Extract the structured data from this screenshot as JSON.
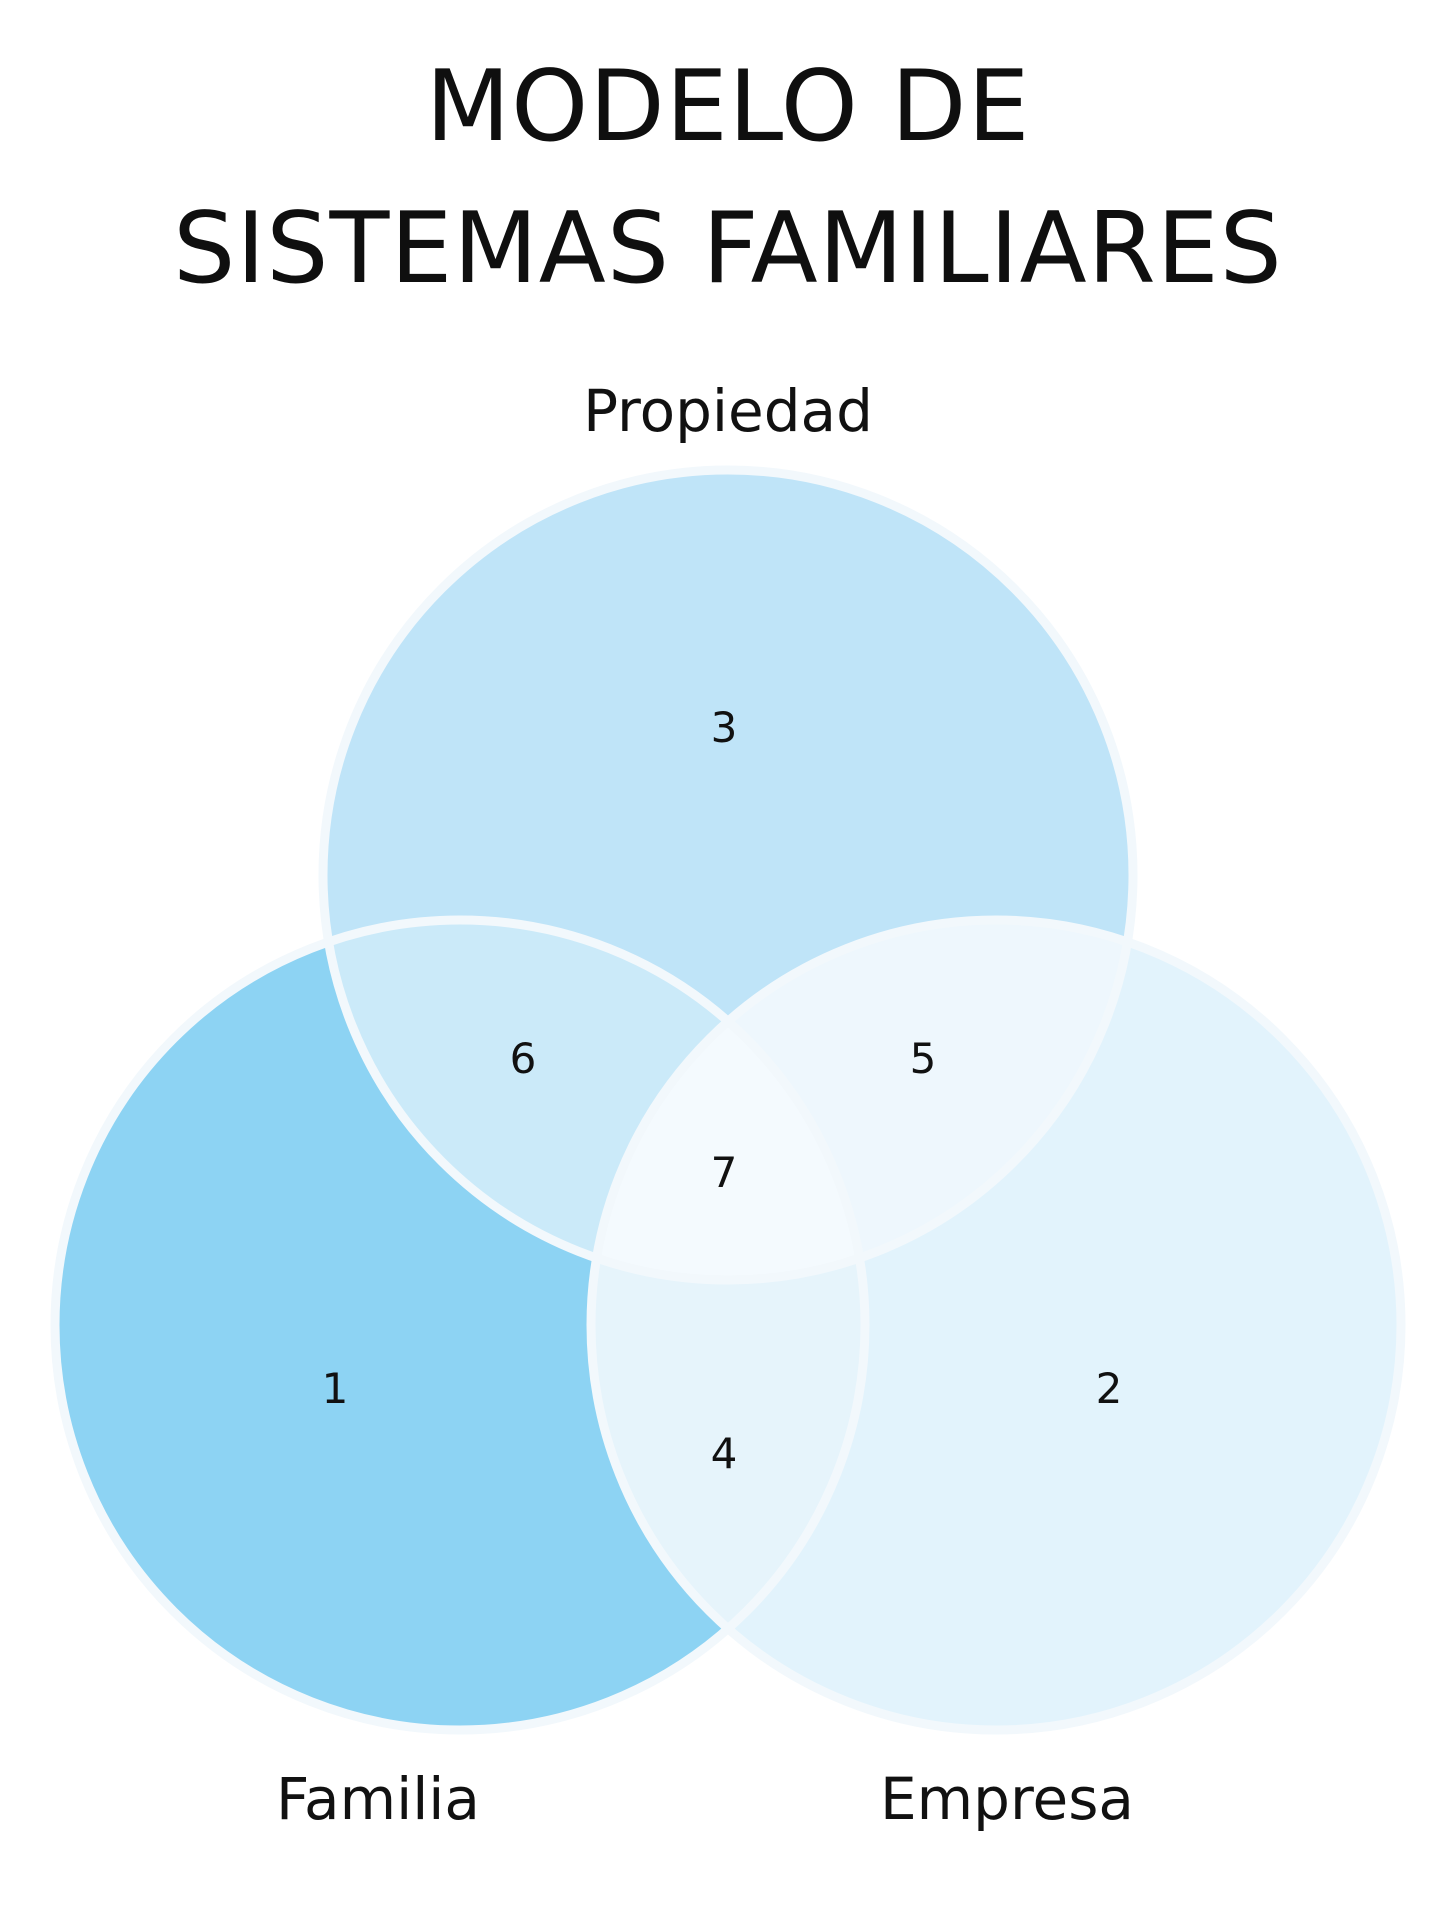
{
  "title": {
    "line1": "MODELO DE",
    "line2": "SISTEMAS FAMILIARES"
  },
  "circles": {
    "ownership": {
      "label": "Propiedad",
      "color": "#bfe4f8"
    },
    "family": {
      "label": "Familia",
      "color": "#8dd3f3"
    },
    "business": {
      "label": "Empresa",
      "color": "#e2f3fc"
    }
  },
  "regions": {
    "r1": "1",
    "r2": "2",
    "r3": "3",
    "r4": "4",
    "r5": "5",
    "r6": "6",
    "r7": "7"
  },
  "colors": {
    "outline": "#f2f8fc",
    "family_ownership_overlap": "#cbeaf9",
    "family_business_overlap": "#e6f4fb",
    "ownership_business_overlap": "#eef7fd",
    "center_overlap": "#f4fafe"
  }
}
